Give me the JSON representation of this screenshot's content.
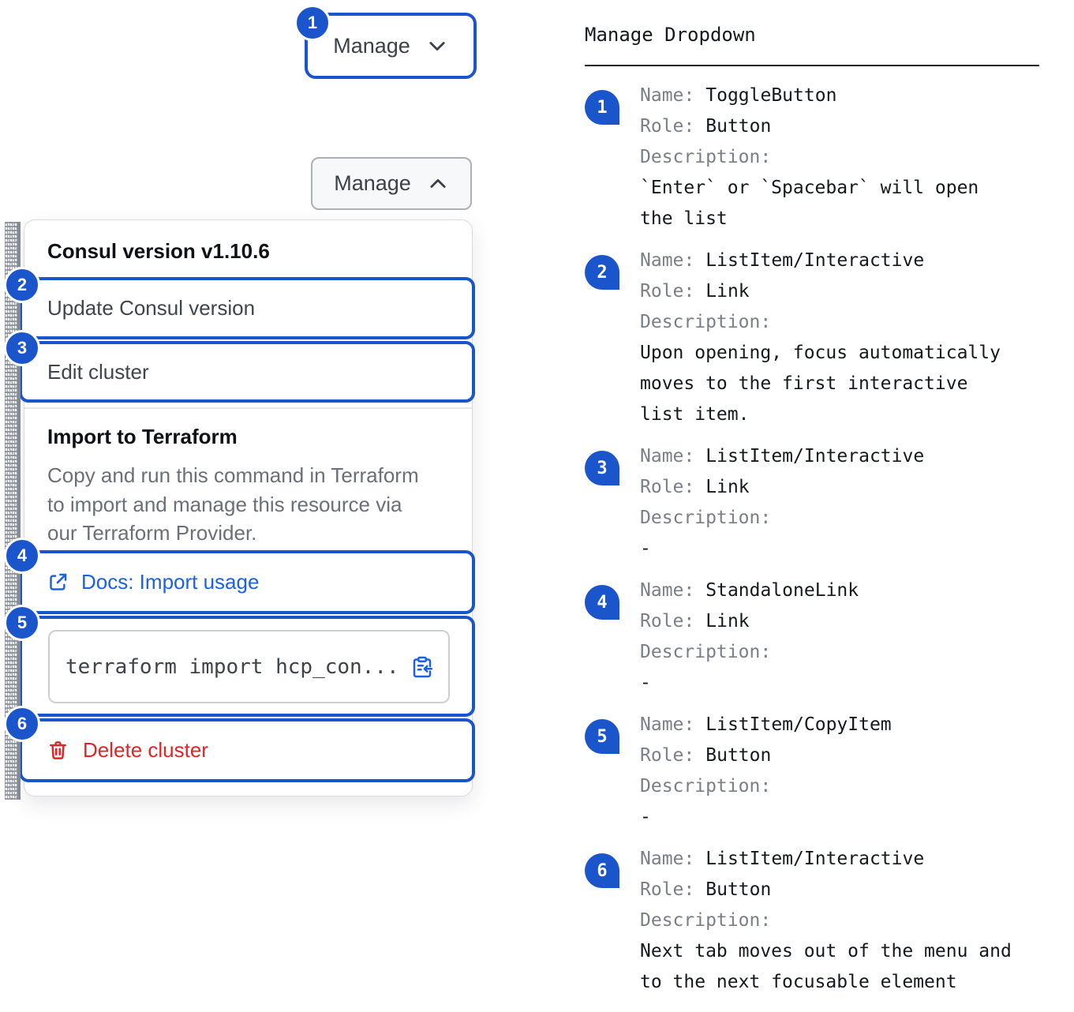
{
  "colors": {
    "badge_blue": "#1a55cb",
    "link_blue": "#1c61e5",
    "danger_red": "#e02528"
  },
  "icons": {
    "toggle_collapsed": "chevron-down",
    "toggle_expanded": "chevron-up",
    "docs": "external-link",
    "copy": "clipboard-copy",
    "delete": "trash"
  },
  "ui": {
    "toggle_collapsed": {
      "badge": "1",
      "label": "Manage"
    },
    "toggle_expanded": {
      "label": "Manage"
    },
    "dropdown": {
      "version_label": "Consul version v1.10.6",
      "update_item": {
        "badge": "2",
        "label": "Update Consul version"
      },
      "edit_item": {
        "badge": "3",
        "label": "Edit cluster"
      },
      "import_title": "Import to Terraform",
      "import_description": "Copy and run this command in Terraform\nto import and manage this resource via\nour Terraform Provider.",
      "docs_link": {
        "badge": "4",
        "label": "Docs: Import usage"
      },
      "copy_field": {
        "badge": "5",
        "code": "terraform import hcp_con..."
      },
      "delete_item": {
        "badge": "6",
        "label": "Delete cluster"
      }
    }
  },
  "legend": {
    "title": "Manage Dropdown",
    "labels": {
      "name": "Name:",
      "role": "Role:",
      "description": "Description:"
    },
    "items": [
      {
        "badge": "1",
        "name": "ToggleButton",
        "role": "Button",
        "description": "`Enter` or `Spacebar` will open\nthe list"
      },
      {
        "badge": "2",
        "name": "ListItem/Interactive",
        "role": "Link",
        "description": "Upon opening, focus automatically\nmoves to the first interactive\nlist item."
      },
      {
        "badge": "3",
        "name": "ListItem/Interactive",
        "role": "Link",
        "description": "-"
      },
      {
        "badge": "4",
        "name": "StandaloneLink",
        "role": "Link",
        "description": "-"
      },
      {
        "badge": "5",
        "name": "ListItem/CopyItem",
        "role": "Button",
        "description": "-"
      },
      {
        "badge": "6",
        "name": "ListItem/Interactive",
        "role": "Button",
        "description": "Next tab moves out of the menu and\nto the next focusable element"
      }
    ]
  }
}
